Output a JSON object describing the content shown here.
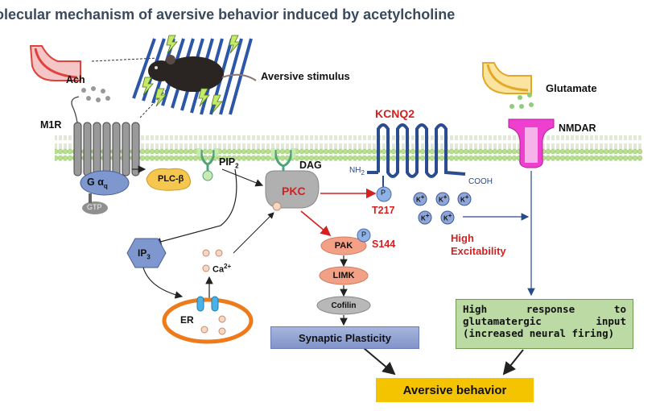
{
  "title": "olecular mechanism of aversive behavior induced by acetylcholine",
  "labels": {
    "ach": "Ach",
    "m1r": "M1R",
    "aversive_stimulus": "Aversive stimulus",
    "galpha": "G α",
    "galpha_sub": "q",
    "gtp": "GTP",
    "plc": "PLC-β",
    "pip": "PIP",
    "pip_sub": "2",
    "dag": "DAG",
    "pkc": "PKC",
    "kcnq2": "KCNQ2",
    "nh2": "NH",
    "nh2_sub": "2",
    "cooh": "COOH",
    "p": "P",
    "t217": "T217",
    "k": "K",
    "k_sup": "+",
    "high_excitability_1": "High",
    "high_excitability_2": "Excitability",
    "glutamate": "Glutamate",
    "nmdar": "NMDAR",
    "ip": "IP",
    "ip_sub": "3",
    "ca": "Ca",
    "ca_sup": "2+",
    "er": "ER",
    "pak": "PAK",
    "s144": "S144",
    "limk": "LIMK",
    "cofilin": "Cofilin",
    "synaptic_plasticity": "Synaptic Plasticity",
    "high_response_1a": "High",
    "high_response_1b": "response",
    "high_response_1c": "to",
    "high_response_2a": "glutamatergic",
    "high_response_2b": "input",
    "high_response_3": "(increased neural firing)",
    "aversive_behavior": "Aversive behavior"
  },
  "colors": {
    "membrane_head": "#b6e08d",
    "kcnq2": "#2b4d8f",
    "pkc_gray": "#b0b0b0",
    "red_arrow": "#d42020",
    "ach_terminal": "#e0413c",
    "glu_terminal": "#f2c33a",
    "nmdar": "#ee3fcf",
    "er_orange": "#ee7a1a"
  },
  "icons": [
    "mouse-image",
    "grid-floor-icon",
    "lightning-icon",
    "receptor-icon",
    "channel-icon"
  ]
}
